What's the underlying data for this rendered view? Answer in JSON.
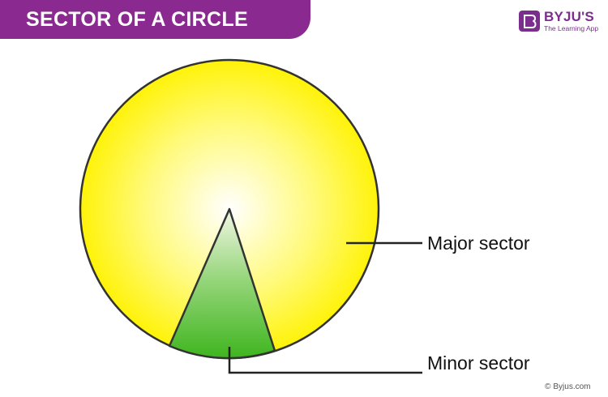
{
  "title": "SECTOR OF A CIRCLE",
  "logo": {
    "name": "BYJU'S",
    "tagline": "The Learning App",
    "mark_letter": "B"
  },
  "labels": {
    "major": "Major sector",
    "minor": "Minor sector"
  },
  "watermark": "Byjus.com",
  "colors": {
    "banner": "#8a2a90",
    "brand": "#7b2e8e",
    "circle_yellow": "#fff200",
    "circle_center": "#ffffff",
    "minor_green": "#3fb51f",
    "outline": "#333333"
  }
}
